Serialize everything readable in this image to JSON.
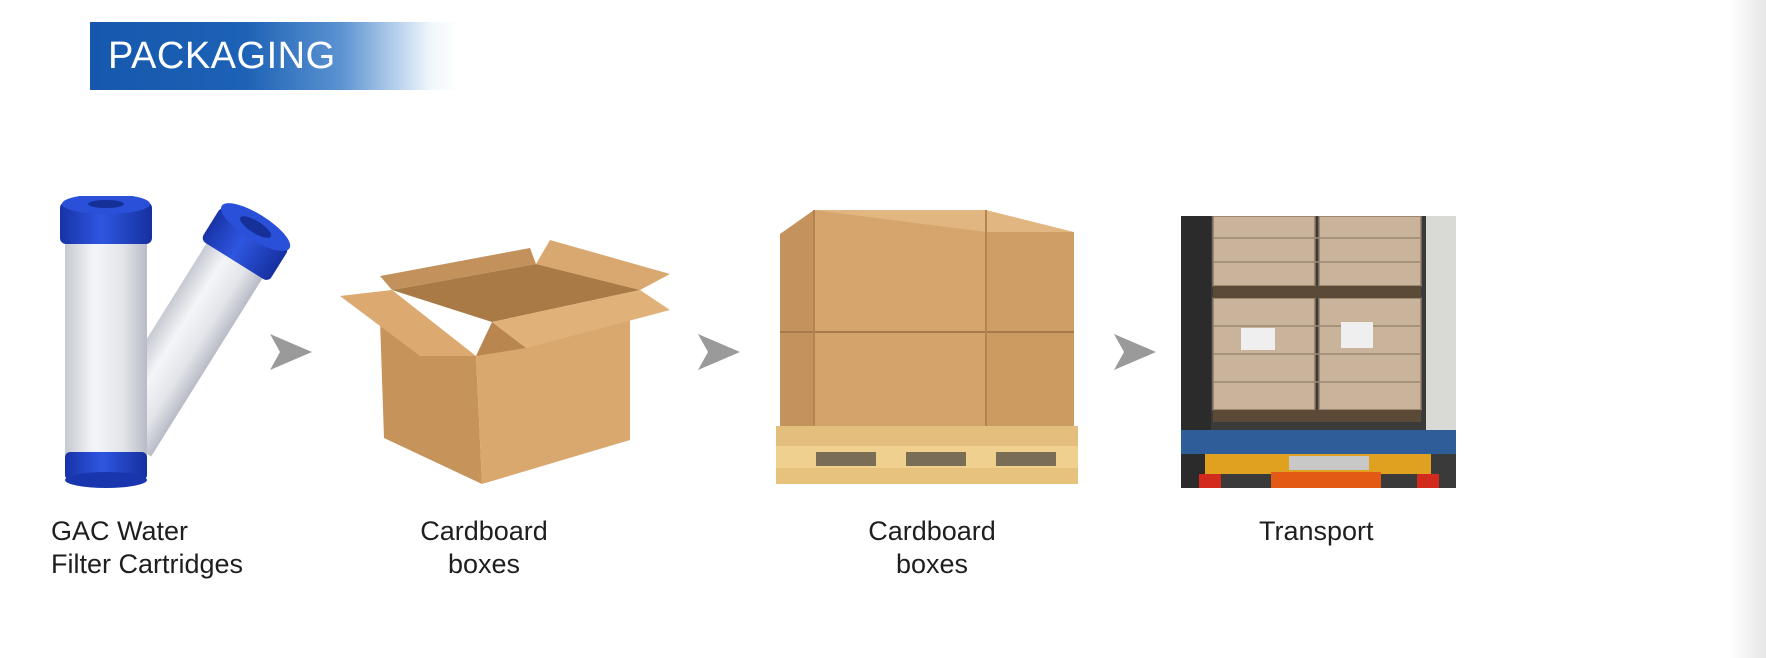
{
  "header": {
    "title": "PACKAGING"
  },
  "steps": [
    {
      "label_line1": "GAC Water",
      "label_line2": "Filter Cartridges",
      "icon": "filter-cartridges-image"
    },
    {
      "label_line1": "Cardboard",
      "label_line2": "boxes",
      "icon": "open-cardboard-box-image"
    },
    {
      "label_line1": "Cardboard",
      "label_line2": "boxes",
      "icon": "palletized-boxes-image"
    },
    {
      "label_line1": "Transport",
      "label_line2": "",
      "icon": "truck-loading-image"
    }
  ],
  "connector_icon": "arrow-right-icon",
  "colors": {
    "title_bg": "#1558ad",
    "cartridge_cap": "#1d3fc7",
    "cardboard": "#d4a56e",
    "arrow": "#9a9a9a"
  }
}
